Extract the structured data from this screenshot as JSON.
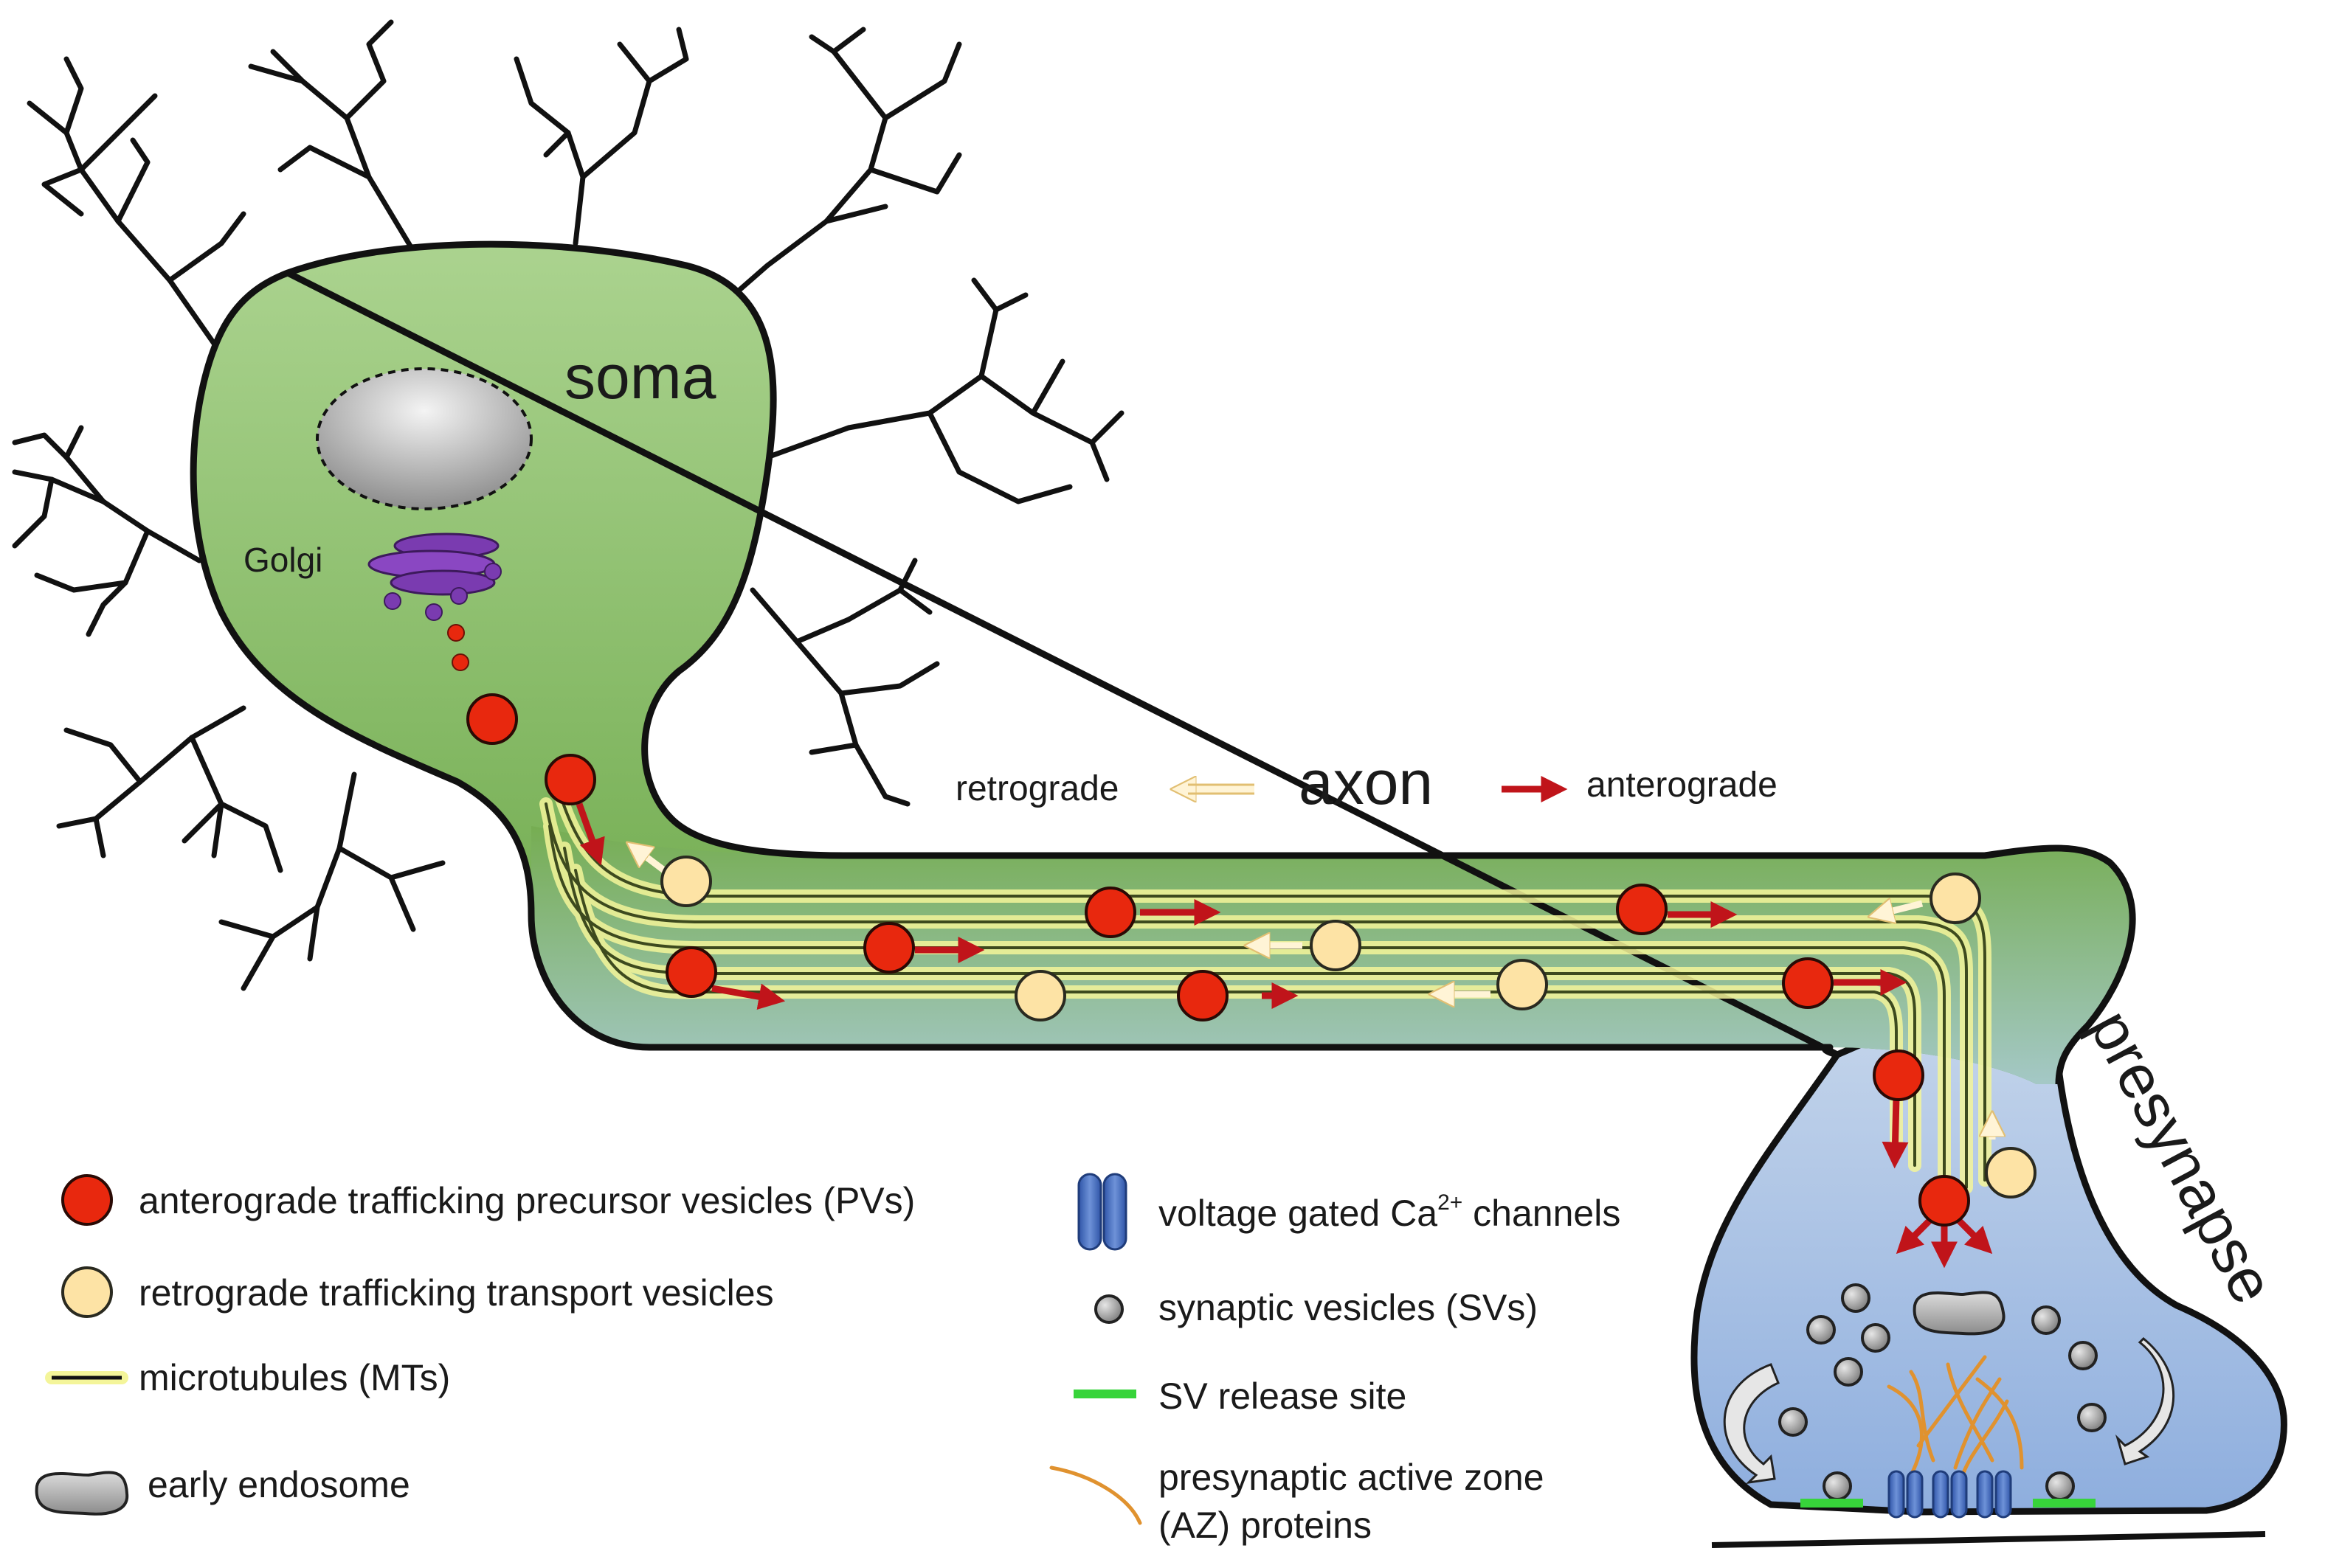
{
  "labels": {
    "soma": "soma",
    "golgi": "Golgi",
    "axon": "axon",
    "retrograde": "retrograde",
    "anterograde": "anterograde",
    "presynapse": "presynapse"
  },
  "legend_left": [
    {
      "icon": "red-vesicle-icon",
      "text": "anterograde trafficking precursor vesicles (PVs)"
    },
    {
      "icon": "yellow-vesicle-icon",
      "text": "retrograde trafficking transport vesicles"
    },
    {
      "icon": "microtubule-icon",
      "text": "microtubules (MTs)"
    },
    {
      "icon": "early-endosome-icon",
      "text": "early endosome"
    }
  ],
  "legend_right": {
    "calcium": {
      "icon": "calcium-channel-icon",
      "prefix": "voltage gated Ca",
      "sup": "2+",
      "suffix": " channels"
    },
    "sv": {
      "icon": "synaptic-vesicle-icon",
      "text": "synaptic vesicles (SVs)"
    },
    "release": {
      "icon": "release-site-icon",
      "text": "SV release site"
    },
    "az": {
      "icon": "az-protein-icon",
      "line1": "presynaptic active zone",
      "line2": "(AZ) proteins"
    }
  },
  "colors": {
    "soma_top": "#a8d08d",
    "soma_bottom": "#6ea84a",
    "axon_top": "#7cb35a",
    "axon_bottom": "#9fc5c0",
    "presynapse_top": "#c6d6ea",
    "presynapse_bottom": "#93b1df",
    "pv_red": "#e8280e",
    "tv_yellow": "#fde3a5",
    "arrow_red": "#c0141a",
    "arrow_yellow": "#f2d28c",
    "golgi_purple": "#7a3bb0",
    "ca_channel_blue": "#4a72c4",
    "release_green": "#37d43a",
    "az_orange": "#e0922f"
  }
}
